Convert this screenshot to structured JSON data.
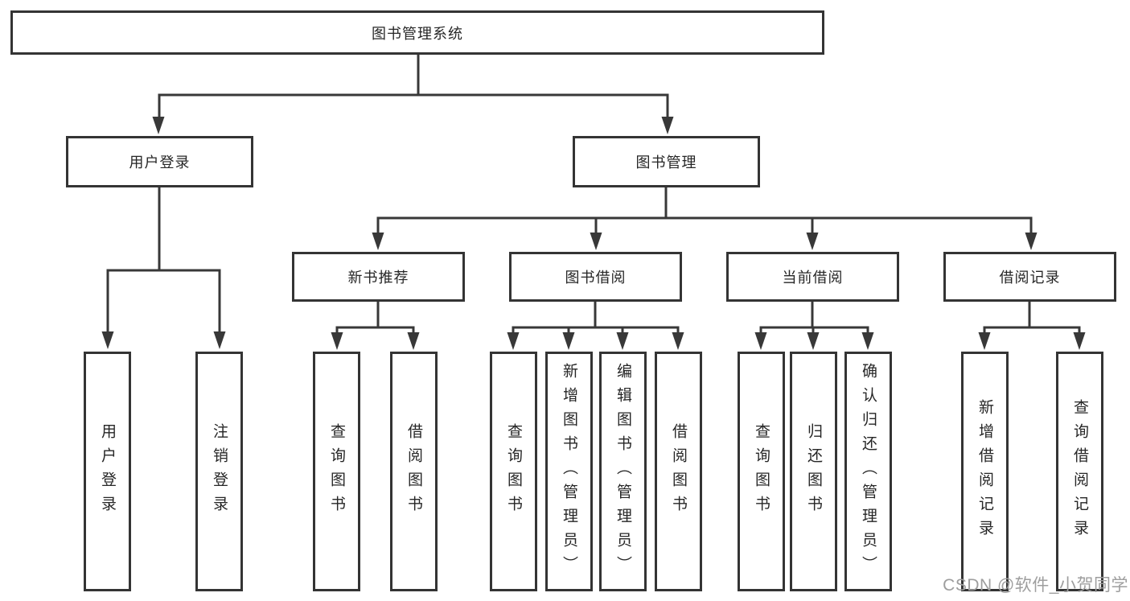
{
  "diagram": {
    "root": "图书管理系统",
    "children": [
      {
        "label": "用户登录",
        "leaves": [
          "用户登录",
          "注销登录"
        ]
      },
      {
        "label": "图书管理",
        "children": [
          {
            "label": "新书推荐",
            "leaves": [
              "查询图书",
              "借阅图书"
            ]
          },
          {
            "label": "图书借阅",
            "leaves": [
              "查询图书",
              "新增图书（管理员）",
              "编辑图书（管理员）",
              "借阅图书"
            ]
          },
          {
            "label": "当前借阅",
            "leaves": [
              "查询图书",
              "归还图书",
              "确认归还（管理员）"
            ]
          },
          {
            "label": "借阅记录",
            "leaves": [
              "新增借阅记录",
              "查询借阅记录"
            ]
          }
        ]
      }
    ]
  },
  "watermark": {
    "text": "CSDN @软件_小贺同学"
  },
  "colors": {
    "line": "#383838",
    "box_border": "#343434",
    "text": "#262626",
    "watermark": "#9e9e9e",
    "background": "#ffffff"
  }
}
